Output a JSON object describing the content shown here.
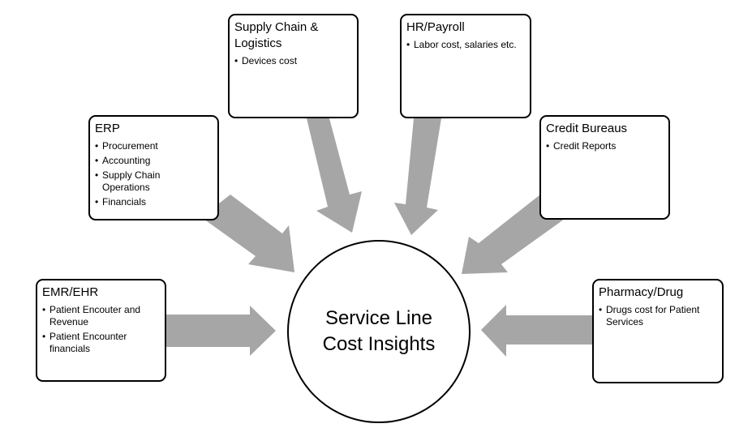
{
  "center": {
    "title": "Service Line Cost Insights"
  },
  "sources": [
    {
      "id": "emr",
      "title": "EMR/EHR",
      "bullets": [
        "Patient Encouter and Revenue",
        "Patient Encounter financials"
      ]
    },
    {
      "id": "erp",
      "title": "ERP",
      "bullets": [
        "Procurement",
        "Accounting",
        "Supply Chain Operations",
        "Financials"
      ]
    },
    {
      "id": "supply",
      "title": "Supply Chain & Logistics",
      "bullets": [
        "Devices cost"
      ]
    },
    {
      "id": "hr",
      "title": "HR/Payroll",
      "bullets": [
        "Labor cost, salaries etc."
      ]
    },
    {
      "id": "credit",
      "title": "Credit Bureaus",
      "bullets": [
        "Credit Reports"
      ]
    },
    {
      "id": "pharmacy",
      "title": "Pharmacy/Drug",
      "bullets": [
        "Drugs cost for Patient Services"
      ]
    }
  ],
  "colors": {
    "arrow": "#a6a6a6",
    "border": "#000000",
    "background": "#ffffff"
  }
}
